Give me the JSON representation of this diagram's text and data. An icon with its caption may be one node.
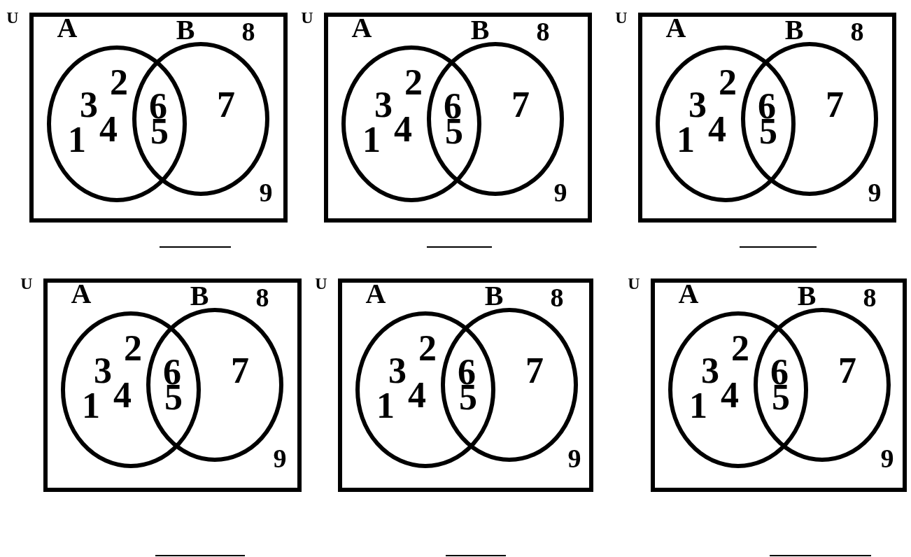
{
  "diagram": {
    "nodes": [
      {
        "text": [
          "U",
          "8",
          "9"
        ]
      },
      {
        "text": [
          "A",
          "2",
          "3",
          "1",
          "4"
        ],
        "in": 0
      },
      {
        "text": [
          "B",
          "7"
        ],
        "in": 0
      },
      {
        "text": [
          "U",
          "8",
          "9"
        ]
      },
      {
        "text": [
          "A",
          "2",
          "3",
          "1",
          "4"
        ],
        "in": 3
      },
      {
        "text": [
          "B",
          "7"
        ],
        "in": 3
      },
      {
        "text": [
          "U",
          "8",
          "9"
        ]
      },
      {
        "text": [
          "A",
          "2",
          "3",
          "1",
          "4"
        ],
        "in": 6
      },
      {
        "text": [
          "B",
          "7"
        ],
        "in": 6
      },
      {
        "text": [
          "U",
          "8",
          "9"
        ]
      },
      {
        "text": [
          "A",
          "2",
          "3",
          "1",
          "4"
        ],
        "in": 9
      },
      {
        "text": [
          "B",
          "7"
        ],
        "in": 9
      },
      {
        "text": [
          "U",
          "8",
          "9"
        ]
      },
      {
        "text": [
          "A",
          "2",
          "3",
          "1",
          "4"
        ],
        "in": 12
      },
      {
        "text": [
          "B",
          "7"
        ],
        "in": 12
      },
      {
        "text": [
          "U",
          "8",
          "9"
        ]
      },
      {
        "text": [
          "A",
          "2",
          "3",
          "1",
          "4"
        ],
        "in": 15
      },
      {
        "text": [
          "B",
          "7"
        ],
        "in": 15
      }
    ],
    "edges": [],
    "labels": [
      "6",
      "5",
      "6",
      "5",
      "6",
      "5",
      "6",
      "5",
      "6",
      "5",
      "6",
      "5"
    ]
  }
}
